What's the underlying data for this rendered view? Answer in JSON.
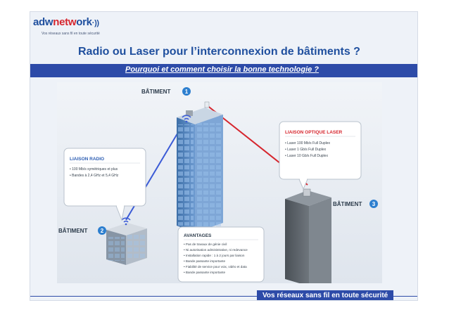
{
  "logo": {
    "part1": "adw",
    "part2": "netw",
    "part3": "ork",
    "symbol": "·))",
    "tagline": "Vos réseaux sans fil en toute sécurité"
  },
  "title": "Radio ou Laser pour l’interconnexion de bâtiments ?",
  "subtitle": "Pourquoi et comment choisir la bonne technologie ?",
  "scene": {
    "building1": {
      "label": "BÂTIMENT",
      "number": "1"
    },
    "building2": {
      "label": "BÂTIMENT",
      "number": "2"
    },
    "building3": {
      "label": "BÂTIMENT",
      "number": "3"
    },
    "radio_box": {
      "heading": "LIAISON RADIO",
      "items": [
        "• 100 Mb/s symétriques et plus",
        "• Bandes à 2,4 GHz et 5,4 GHz"
      ]
    },
    "laser_box": {
      "heading": "LIAISON OPTIQUE LASER",
      "items": [
        "• Laser 100 Mb/s Full Duplex",
        "• Laser 1 Gb/s Full Duplex",
        "• Laser 10 Gb/s Full Duplex"
      ]
    },
    "advantages_box": {
      "heading": "AVANTAGES",
      "items": [
        "• Pas de travaux de génie civil",
        "• Ni autorisation administrative, ni redevance",
        "• Installation rapide : 1 à 2 jours par liaison",
        "• Bande passante importante",
        "• Fiabilité de service pour voix, vidéo et data",
        "• Bande passante importante"
      ]
    },
    "colors": {
      "radio_link": "#3b5bd6",
      "laser_link": "#d6262e",
      "badge": "#2d7fcf",
      "heading_red": "#d6262e"
    },
    "icons": [
      "wifi-icon",
      "laser-device-icon"
    ]
  },
  "footer": "Vos réseaux sans fil en toute sécurité"
}
